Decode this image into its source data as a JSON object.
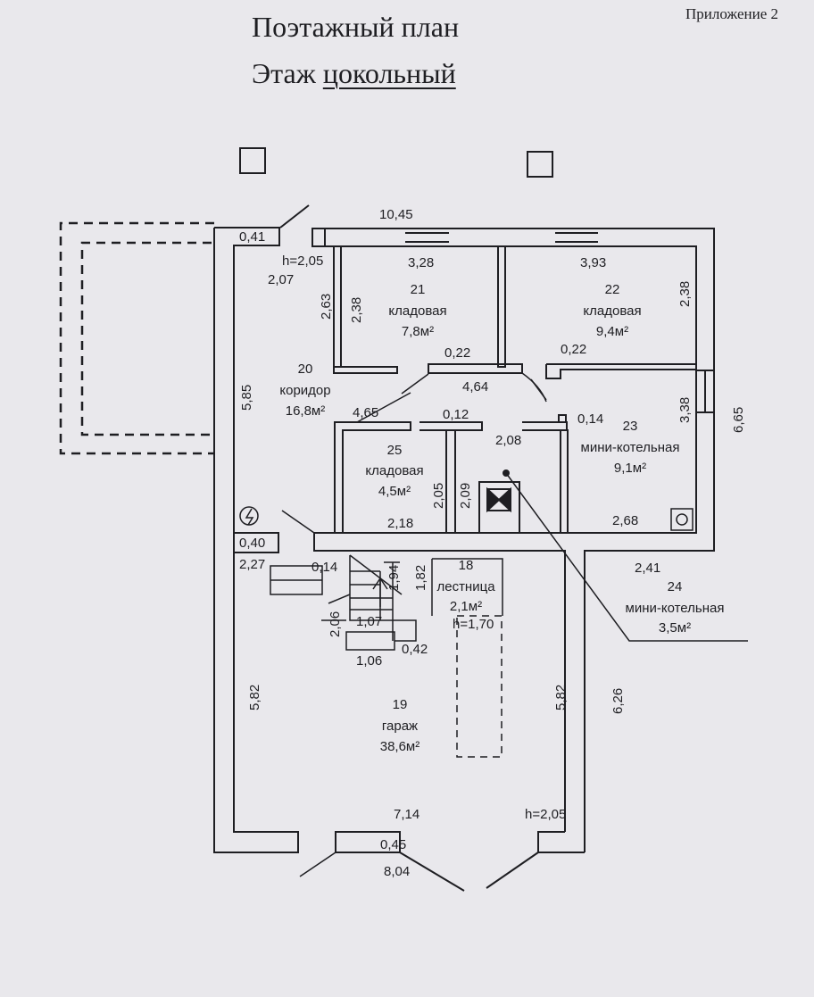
{
  "header": {
    "appendix": "Приложение 2",
    "title": "Поэтажный план",
    "floor_label": "Этаж",
    "floor_value": "цокольный"
  },
  "rooms": [
    {
      "id": "21",
      "name": "кладовая",
      "area": "7,8м²"
    },
    {
      "id": "22",
      "name": "кладовая",
      "area": "9,4м²"
    },
    {
      "id": "20",
      "name": "коридор",
      "area": "16,8м²"
    },
    {
      "id": "25",
      "name": "кладовая",
      "area": "4,5м²"
    },
    {
      "id": "23",
      "name": "мини-котельная",
      "area": "9,1м²"
    },
    {
      "id": "24",
      "name": "мини-котельная",
      "area": "3,5м²"
    },
    {
      "id": "18",
      "name": "лестница",
      "area": "2,1м²"
    },
    {
      "id": "19",
      "name": "гараж",
      "area": "38,6м²"
    }
  ],
  "dims": {
    "d1045": "10,45",
    "d041": "0,41",
    "h205a": "h=2,05",
    "d207": "2,07",
    "d328": "3,28",
    "d393": "3,93",
    "d263": "2,63",
    "d238a": "2,38",
    "d238b": "2,38",
    "d022a": "0,22",
    "d022b": "0,22",
    "d464": "4,64",
    "d585": "5,85",
    "d465": "4,65",
    "d012": "0,12",
    "d014a": "0,14",
    "d338": "3,38",
    "d665": "6,65",
    "d208": "2,08",
    "d205": "2,05",
    "d209": "2,09",
    "d218": "2,18",
    "d268": "2,68",
    "d040": "0,40",
    "d227": "2,27",
    "d014b": "0,14",
    "d194": "1,94",
    "d182": "1,82",
    "d241": "2,41",
    "d206": "2,06",
    "d107": "1,07",
    "h170": "h=1,70",
    "d042": "0,42",
    "d106": "1,06",
    "d582a": "5,82",
    "d582b": "5,82",
    "d626": "6,26",
    "d714": "7,14",
    "h205b": "h=2,05",
    "d045": "0,45",
    "d804": "8,04"
  }
}
